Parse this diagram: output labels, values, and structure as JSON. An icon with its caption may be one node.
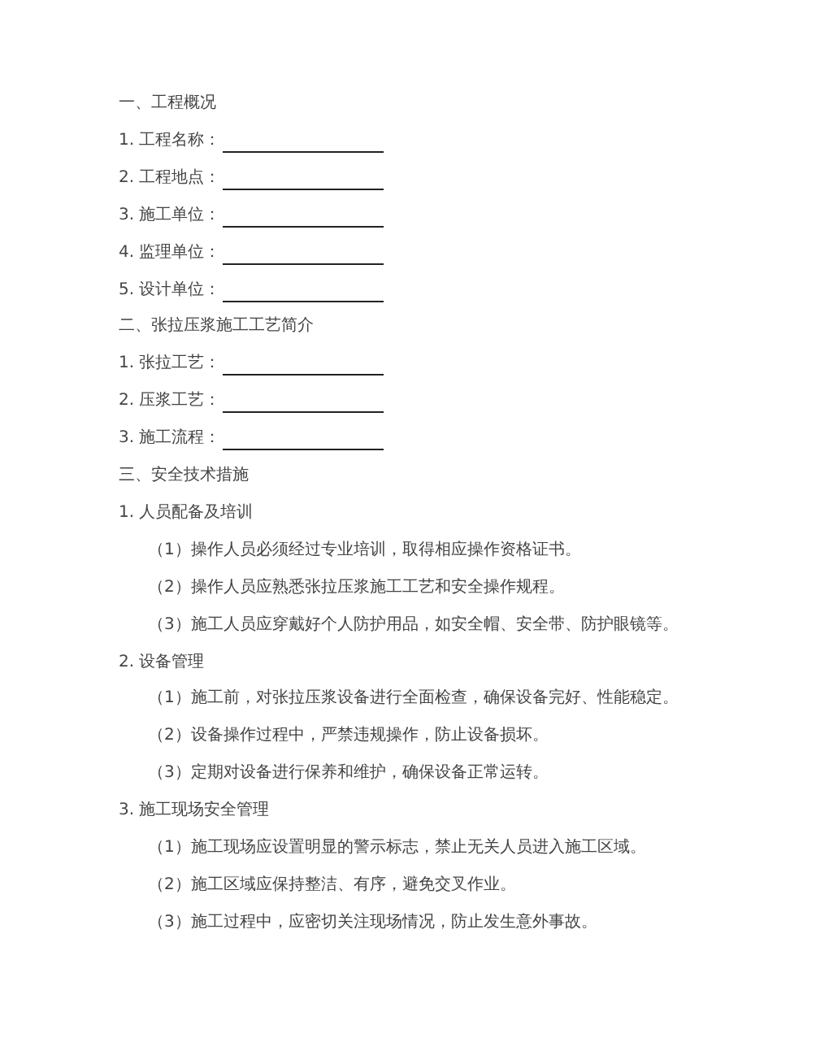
{
  "diagram": {
    "labels": [
      "一、工程概况",
      "1. 工程名称：",
      "2. 工程地点：",
      "3. 施工单位：",
      "4. 监理单位：",
      "5. 设计单位：",
      "二、张拉压浆施工工艺简介",
      "1. 张拉工艺：",
      "2. 压浆工艺：",
      "3. 施工流程：",
      "三、安全技术措施",
      "1. 人员配备及培训",
      "（1）操作人员必须经过专业培训，取得相应操作资格证书。",
      "（2）操作人员应熟悉张拉压浆施工工艺和安全操作规程。",
      "（3）施工人员应穿戴好个人防护用品，如安全帽、安全带、防护眼镜等。",
      "2. 设备管理",
      "（1）施工前，对张拉压浆设备进行全面检查，确保设备完好、性能稳定。",
      "（2）设备操作过程中，严禁违规操作，防止设备损坏。",
      "（3）定期对设备进行保养和维护，确保设备正常运转。",
      "3. 施工现场安全管理",
      "（1）施工现场应设置明显的警示标志，禁止无关人员进入施工区域。",
      "（2）施工区域应保持整洁、有序，避免交叉作业。",
      "（3）施工过程中，应密切关注现场情况，防止发生意外事故。"
    ]
  }
}
